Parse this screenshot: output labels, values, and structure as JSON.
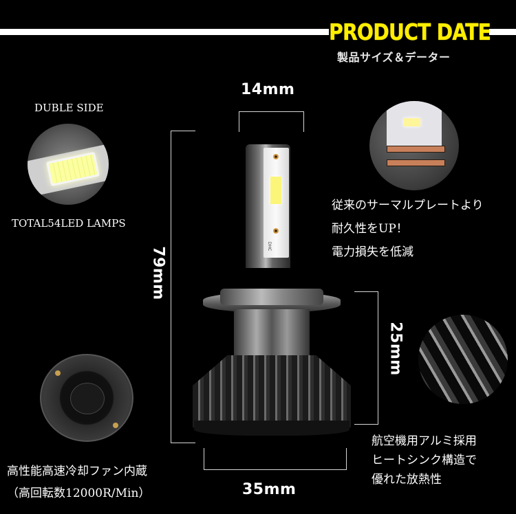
{
  "header": {
    "title": "PRODUCT DATE",
    "subtitle": "製品サイズ＆データー",
    "title_color": "#ffee00"
  },
  "dimensions": {
    "width_top": "14mm",
    "height_total": "79mm",
    "height_base": "25mm",
    "width_base": "35mm"
  },
  "features": {
    "led": {
      "top_label": "DUBLE SIDE",
      "bottom_label": "TOTAL54LED LAMPS"
    },
    "thermal_plate": {
      "lines": [
        "従来のサーマルプレートより",
        "耐久性をUP！",
        "電力損失を低減"
      ]
    },
    "fan": {
      "lines": [
        "高性能高速冷却ファン内蔵",
        "（高回転数12000R/Min）"
      ]
    },
    "heatsink": {
      "lines": [
        "航空機用アルミ採用",
        "ヒートシンク構造で",
        "優れた放熱性"
      ]
    }
  },
  "bulb": {
    "board_marking": "DHC"
  }
}
